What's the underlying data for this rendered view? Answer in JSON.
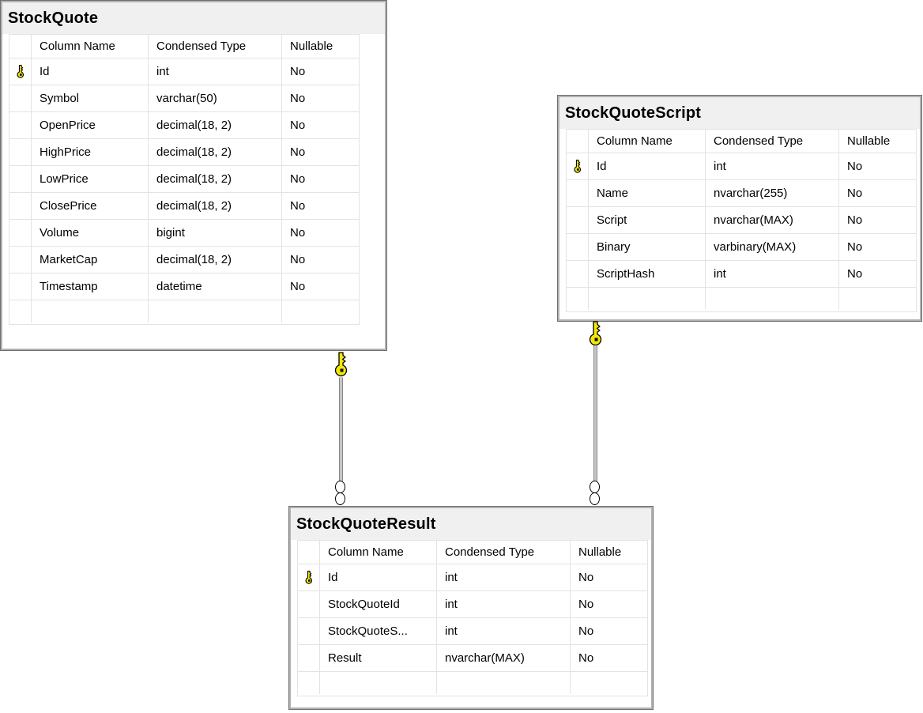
{
  "tables": [
    {
      "name": "StockQuote",
      "headers": [
        "Column Name",
        "Condensed Type",
        "Nullable"
      ],
      "rows": [
        {
          "pk": true,
          "name": "Id",
          "type": "int",
          "nullable": "No"
        },
        {
          "pk": false,
          "name": "Symbol",
          "type": "varchar(50)",
          "nullable": "No"
        },
        {
          "pk": false,
          "name": "OpenPrice",
          "type": "decimal(18, 2)",
          "nullable": "No"
        },
        {
          "pk": false,
          "name": "HighPrice",
          "type": "decimal(18, 2)",
          "nullable": "No"
        },
        {
          "pk": false,
          "name": "LowPrice",
          "type": "decimal(18, 2)",
          "nullable": "No"
        },
        {
          "pk": false,
          "name": "ClosePrice",
          "type": "decimal(18, 2)",
          "nullable": "No"
        },
        {
          "pk": false,
          "name": "Volume",
          "type": "bigint",
          "nullable": "No"
        },
        {
          "pk": false,
          "name": "MarketCap",
          "type": "decimal(18, 2)",
          "nullable": "No"
        },
        {
          "pk": false,
          "name": "Timestamp",
          "type": "datetime",
          "nullable": "No"
        }
      ]
    },
    {
      "name": "StockQuoteScript",
      "headers": [
        "Column Name",
        "Condensed Type",
        "Nullable"
      ],
      "rows": [
        {
          "pk": true,
          "name": "Id",
          "type": "int",
          "nullable": "No"
        },
        {
          "pk": false,
          "name": "Name",
          "type": "nvarchar(255)",
          "nullable": "No"
        },
        {
          "pk": false,
          "name": "Script",
          "type": "nvarchar(MAX)",
          "nullable": "No"
        },
        {
          "pk": false,
          "name": "Binary",
          "type": "varbinary(MAX)",
          "nullable": "No"
        },
        {
          "pk": false,
          "name": "ScriptHash",
          "type": "int",
          "nullable": "No"
        }
      ]
    },
    {
      "name": "StockQuoteResult",
      "headers": [
        "Column Name",
        "Condensed Type",
        "Nullable"
      ],
      "rows": [
        {
          "pk": true,
          "name": "Id",
          "type": "int",
          "nullable": "No"
        },
        {
          "pk": false,
          "name": "StockQuoteId",
          "type": "int",
          "nullable": "No"
        },
        {
          "pk": false,
          "name": "StockQuoteS...",
          "type": "int",
          "nullable": "No"
        },
        {
          "pk": false,
          "name": "Result",
          "type": "nvarchar(MAX)",
          "nullable": "No"
        }
      ]
    }
  ],
  "relationships": [
    {
      "from_table": "StockQuote",
      "to_table": "StockQuoteResult",
      "from_end": "one (key)",
      "to_end": "many (infinity)"
    },
    {
      "from_table": "StockQuoteScript",
      "to_table": "StockQuoteResult",
      "from_end": "one (key)",
      "to_end": "many (infinity)"
    }
  ],
  "icons": {
    "primary_key": "key-icon",
    "relationship_one_end": "key-icon",
    "relationship_many_end": "infinity-icon"
  },
  "colors": {
    "background": "#ffffff",
    "title_bar_bg": "#f0f0f0",
    "window_border_outer": "#6f6f6f",
    "window_border_inner": "#b2b2b2",
    "grid_line": "#e3e3e3",
    "text": "#000000",
    "key_yellow": "#f2e60a",
    "connector_gray": "#c6c6c6"
  }
}
